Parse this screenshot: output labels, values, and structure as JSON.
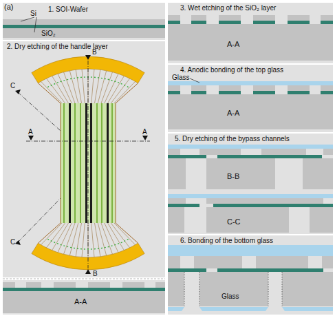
{
  "diagram": {
    "nodes": [
      {
        "text": [
          "1. SOI-Wafer"
        ]
      },
      {
        "text": [
          "2. Dry etching of the handle layer"
        ]
      },
      {
        "text": [
          "3. Wet etching of the SiO₂ layer"
        ]
      },
      {
        "text": [
          "4. Anodic bonding of the top glass"
        ]
      },
      {
        "text": [
          "5. Dry etching of the bypass channels"
        ]
      },
      {
        "text": [
          "6. Bonding of the bottom glass"
        ]
      }
    ],
    "labels": [
      "(a)",
      "Si",
      "SiO₂",
      "B",
      "C",
      "A",
      "A",
      "C",
      "B",
      "A-A",
      "A-A",
      "Glass",
      "A-A",
      "B-B",
      "C-C",
      "Glass"
    ]
  }
}
